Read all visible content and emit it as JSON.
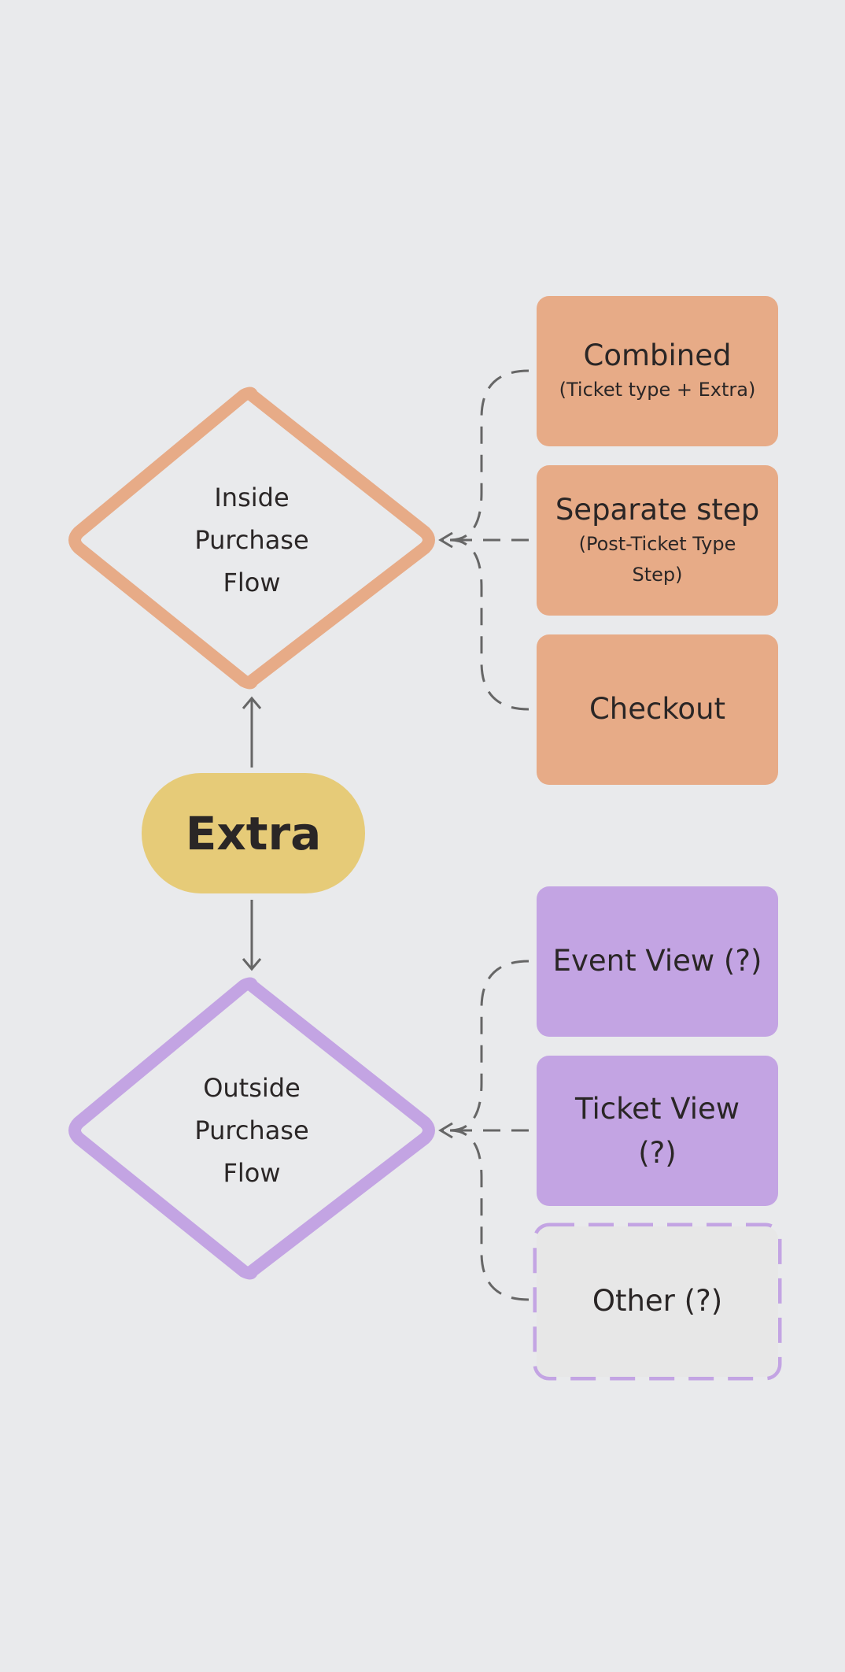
{
  "central": {
    "label": "Extra"
  },
  "inside": {
    "lines": [
      "Inside",
      "Purchase",
      "Flow"
    ],
    "options": [
      {
        "title": "Combined",
        "subtitle": "(Ticket type + Extra)"
      },
      {
        "title": "Separate step",
        "subtitle": "(Post-Ticket Type Step)"
      },
      {
        "title": "Checkout",
        "subtitle": ""
      }
    ]
  },
  "outside": {
    "lines": [
      "Outside",
      "Purchase",
      "Flow"
    ],
    "options": [
      {
        "title": "Event View (?)"
      },
      {
        "title": "Ticket View (?)"
      },
      {
        "title": "Other (?)"
      }
    ]
  },
  "colors": {
    "background": "#e9eaec",
    "central": "#e6cb78",
    "inside": "#e7ab87",
    "outside": "#c3a4e3",
    "connector": "#666666",
    "text": "#2a2626"
  }
}
